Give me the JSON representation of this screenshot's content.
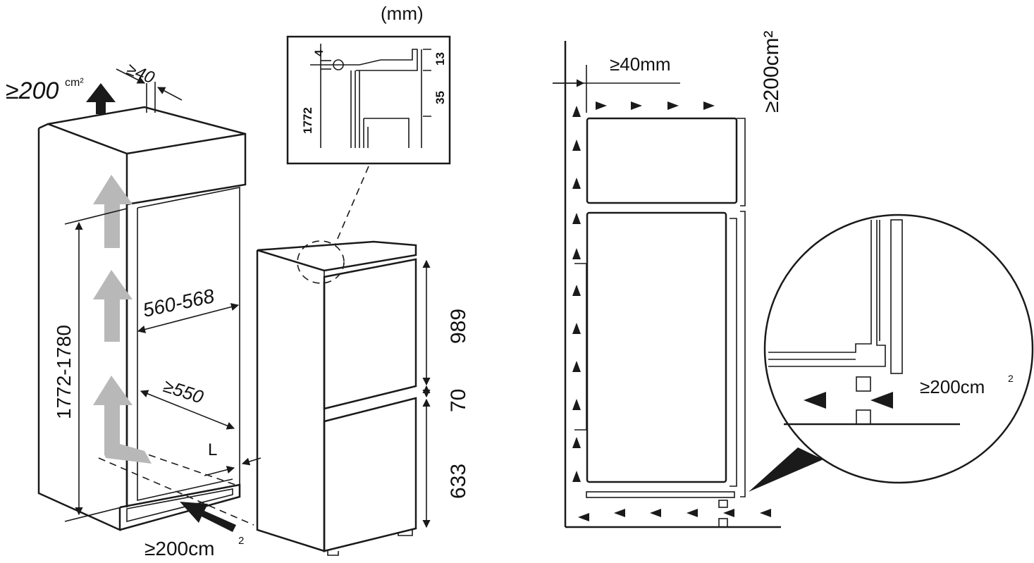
{
  "diagram": {
    "unit_label": "(mm)",
    "left": {
      "top_vent_prefix": "≥200",
      "top_vent_unit": "cm²",
      "top_gap": "≥40",
      "height_range": "1772-1780",
      "width_range": "560-568",
      "depth_min": "≥550",
      "side_gap": "L",
      "bottom_vent_text": "≥200cm",
      "bottom_vent_sup": "2"
    },
    "inset": {
      "dim_top": "4",
      "dim_height": "1772",
      "dim_13": "13",
      "dim_35": "35"
    },
    "appliance": {
      "upper_door": "989",
      "gap": "70",
      "lower_door": "633"
    },
    "right": {
      "top_gap": "≥40mm",
      "vent_vertical": "≥200cm²",
      "detail_vent": "≥200cm",
      "detail_vent_sup": "2"
    },
    "colors": {
      "line": "#1a1a1a",
      "air_arrow": "#b8b8b8",
      "background": "#ffffff"
    }
  }
}
